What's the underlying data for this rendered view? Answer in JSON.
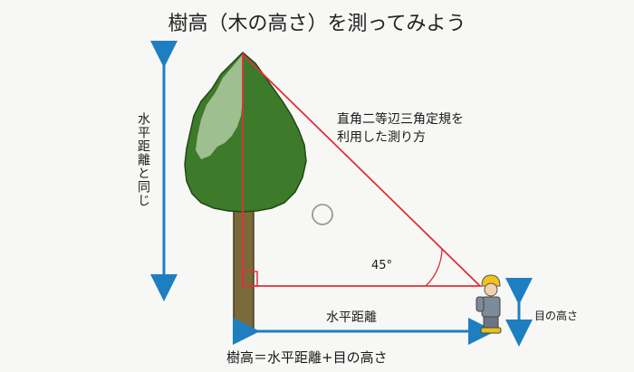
{
  "title": "樹高（木の高さ）を測ってみよう",
  "vertical_label": "水平距離と同じ",
  "method_label": "直角二等辺三角定規を利用した測り方",
  "angle_label": "45°",
  "horizontal_label": "水平距離",
  "eye_label": "目の高さ",
  "formula": "樹高＝水平距離+目の高さ",
  "colors": {
    "arrow": "#1e7fc0",
    "triangle": "#e0303a",
    "tree_dark": "#3d7a2a",
    "tree_light": "#a8c79a",
    "trunk": "#7a6a3a"
  }
}
